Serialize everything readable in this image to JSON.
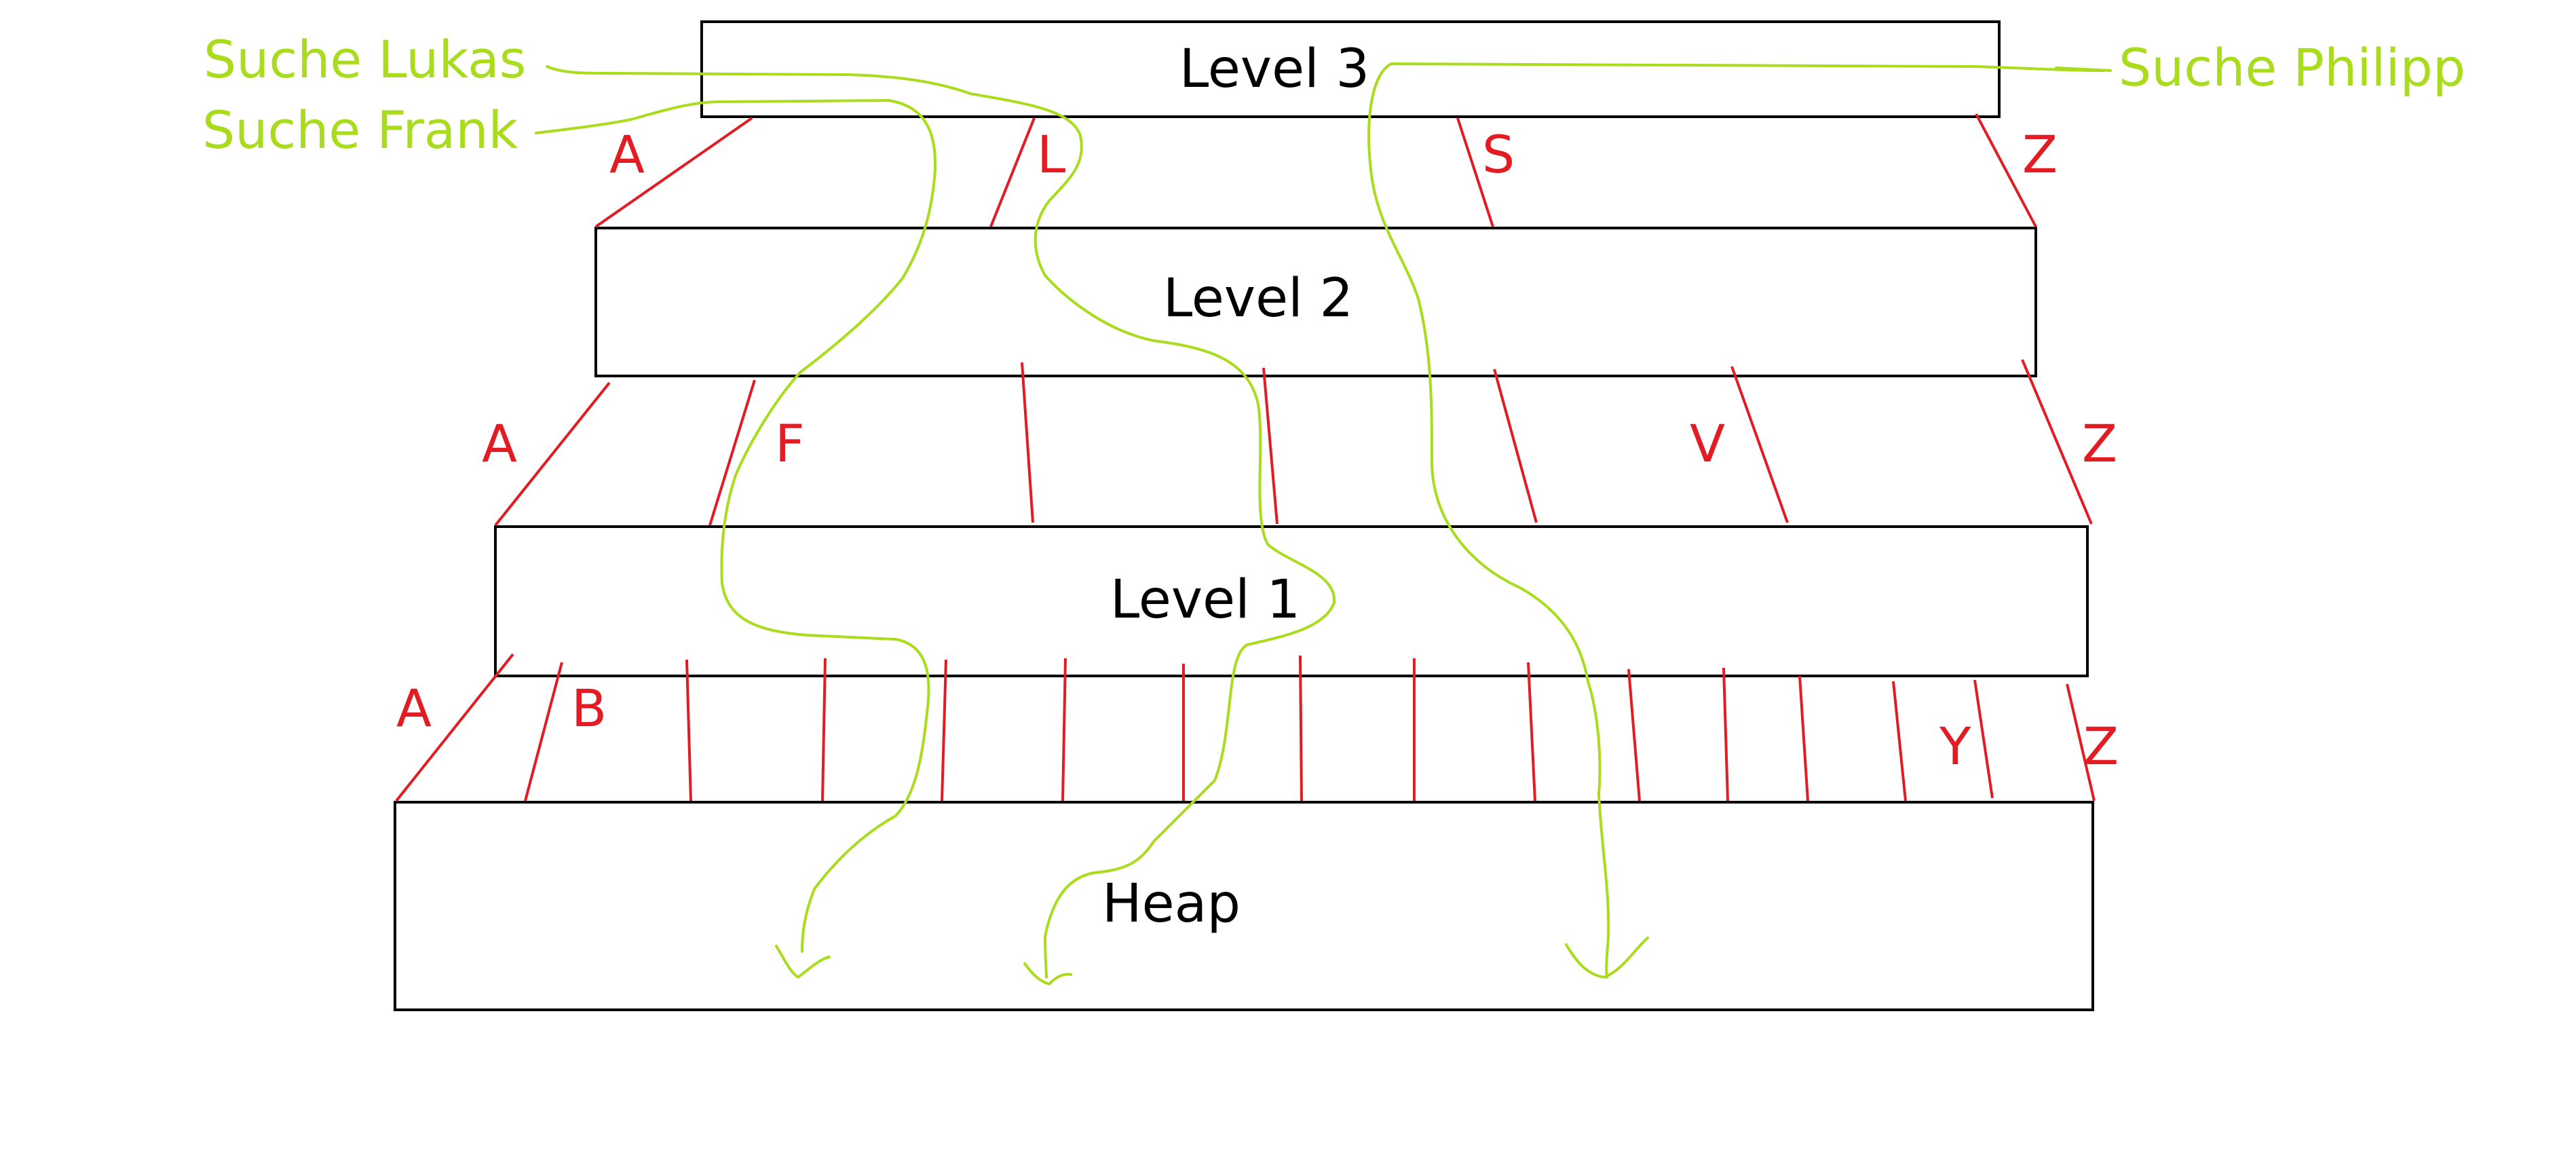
{
  "colors": {
    "box_stroke": "#000000",
    "pointer_color": "#e31b23",
    "search_color": "#aadc1e",
    "text_color": "#000000"
  },
  "levels": {
    "level3": "Level 3",
    "level2": "Level 2",
    "level1": "Level 1",
    "heap": "Heap"
  },
  "keys": {
    "level3": [
      "A",
      "L",
      "S",
      "Z"
    ],
    "level2": [
      "A",
      "F",
      "V",
      "Z"
    ],
    "level1": [
      "A",
      "B",
      "Y",
      "Z"
    ]
  },
  "searches": {
    "lukas": "Suche Lukas",
    "frank": "Suche Frank",
    "philipp": "Suche Philipp"
  }
}
